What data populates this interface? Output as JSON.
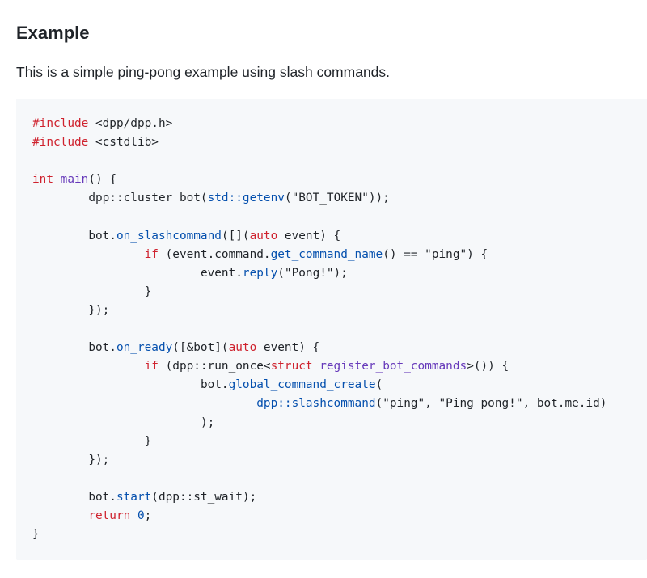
{
  "content": {
    "heading": "Example",
    "intro": "This is a simple ping-pong example using slash commands."
  },
  "code": {
    "language": "cpp",
    "colors": {
      "plain": "#1f2328",
      "keyword": "#cf222e",
      "function": "#6639ba",
      "method": "#0550ae",
      "number": "#0550ae",
      "background": "#f6f8fa"
    },
    "lines": [
      [
        {
          "t": "keyword",
          "v": "#include"
        },
        {
          "t": "plain",
          "v": " <dpp/dpp.h>"
        }
      ],
      [
        {
          "t": "keyword",
          "v": "#include"
        },
        {
          "t": "plain",
          "v": " <cstdlib>"
        }
      ],
      [],
      [
        {
          "t": "keyword",
          "v": "int"
        },
        {
          "t": "plain",
          "v": " "
        },
        {
          "t": "function",
          "v": "main"
        },
        {
          "t": "plain",
          "v": "() {"
        }
      ],
      [
        {
          "t": "plain",
          "v": "\tdpp::cluster bot("
        },
        {
          "t": "method",
          "v": "std::getenv"
        },
        {
          "t": "plain",
          "v": "(\"BOT_TOKEN\"));"
        }
      ],
      [],
      [
        {
          "t": "plain",
          "v": "\tbot."
        },
        {
          "t": "method",
          "v": "on_slashcommand"
        },
        {
          "t": "plain",
          "v": "([]("
        },
        {
          "t": "keyword",
          "v": "auto"
        },
        {
          "t": "plain",
          "v": " event) {"
        }
      ],
      [
        {
          "t": "plain",
          "v": "\t\t"
        },
        {
          "t": "keyword",
          "v": "if"
        },
        {
          "t": "plain",
          "v": " (event.command."
        },
        {
          "t": "method",
          "v": "get_command_name"
        },
        {
          "t": "plain",
          "v": "() == \"ping\") {"
        }
      ],
      [
        {
          "t": "plain",
          "v": "\t\t\tevent."
        },
        {
          "t": "method",
          "v": "reply"
        },
        {
          "t": "plain",
          "v": "(\"Pong!\");"
        }
      ],
      [
        {
          "t": "plain",
          "v": "\t\t}"
        }
      ],
      [
        {
          "t": "plain",
          "v": "\t});"
        }
      ],
      [],
      [
        {
          "t": "plain",
          "v": "\tbot."
        },
        {
          "t": "method",
          "v": "on_ready"
        },
        {
          "t": "plain",
          "v": "([&bot]("
        },
        {
          "t": "keyword",
          "v": "auto"
        },
        {
          "t": "plain",
          "v": " event) {"
        }
      ],
      [
        {
          "t": "plain",
          "v": "\t\t"
        },
        {
          "t": "keyword",
          "v": "if"
        },
        {
          "t": "plain",
          "v": " (dpp::run_once<"
        },
        {
          "t": "keyword",
          "v": "struct"
        },
        {
          "t": "plain",
          "v": " "
        },
        {
          "t": "function",
          "v": "register_bot_commands"
        },
        {
          "t": "plain",
          "v": ">()) {"
        }
      ],
      [
        {
          "t": "plain",
          "v": "\t\t\tbot."
        },
        {
          "t": "method",
          "v": "global_command_create"
        },
        {
          "t": "plain",
          "v": "("
        }
      ],
      [
        {
          "t": "plain",
          "v": "\t\t\t\t"
        },
        {
          "t": "method",
          "v": "dpp::slashcommand"
        },
        {
          "t": "plain",
          "v": "(\"ping\", \"Ping pong!\", bot.me.id)"
        }
      ],
      [
        {
          "t": "plain",
          "v": "\t\t\t);"
        }
      ],
      [
        {
          "t": "plain",
          "v": "\t\t}"
        }
      ],
      [
        {
          "t": "plain",
          "v": "\t});"
        }
      ],
      [],
      [
        {
          "t": "plain",
          "v": "\tbot."
        },
        {
          "t": "method",
          "v": "start"
        },
        {
          "t": "plain",
          "v": "(dpp::st_wait);"
        }
      ],
      [
        {
          "t": "plain",
          "v": "\t"
        },
        {
          "t": "keyword",
          "v": "return"
        },
        {
          "t": "plain",
          "v": " "
        },
        {
          "t": "number",
          "v": "0"
        },
        {
          "t": "plain",
          "v": ";"
        }
      ],
      [
        {
          "t": "plain",
          "v": "}"
        }
      ]
    ]
  }
}
